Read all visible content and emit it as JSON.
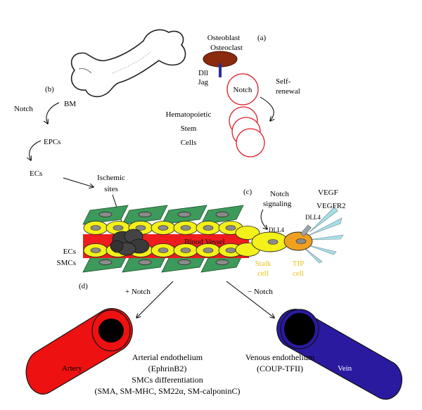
{
  "panel_labels": {
    "a": "(a)",
    "b": "(b)",
    "c": "(c)",
    "d": "(d)"
  },
  "panel_a": {
    "osteoblast": "Osteoblast",
    "osteoclast": "Osteoclast",
    "dll": "Dll",
    "jag": "Jag",
    "notch": "Notch",
    "self_renewal_1": "Self-",
    "self_renewal_2": "renewal",
    "hsc_1": "Hematopoietic",
    "hsc_2": "Stem",
    "hsc_3": "Cells"
  },
  "panel_b": {
    "notch": "Notch",
    "bm": "BM",
    "epcs": "EPCs",
    "ecs": "ECs",
    "ischemic_1": "Ischemic",
    "ischemic_2": "sites"
  },
  "panel_c": {
    "notch_signaling_1": "Notch",
    "notch_signaling_2": "signaling",
    "vegf": "VEGF",
    "vegfr2": "VEGFR2",
    "dll4_top": "DLL4",
    "dll4_mid": "DLL4",
    "blood_vessel": "Blood Vessel",
    "ecs": "ECs",
    "smcs": "SMCs",
    "stalk_1": "Stalk",
    "stalk_2": "cell",
    "tip_1": "TIP",
    "tip_2": "cell"
  },
  "panel_d": {
    "plus_notch": "+ Notch",
    "minus_notch": "− Notch",
    "artery": "Artery",
    "vein": "Vein",
    "arterial_1": "Arterial endothelium",
    "arterial_2": "(EphrinB2)",
    "arterial_3": "SMCs differentiation",
    "arterial_4": "(SMA, SM-MHC, SM22α, SM-calponinC)",
    "venous_1": "Venous endothelium",
    "venous_2": "(COUP-TFII)"
  },
  "colors": {
    "osteoblast": "#8b2a0e",
    "ligand": "#2a2f9a",
    "hsc_outline": "#e0202a",
    "ec_fill": "#f3f01a",
    "smc_fill": "#3d9a5a",
    "vessel_red": "#ee1c1c",
    "artery": "#ee1111",
    "vein": "#2a1aa0",
    "cell_label": "#e6c21a",
    "tip_fill": "#f0a020",
    "filopodia": "#a9dde8"
  }
}
